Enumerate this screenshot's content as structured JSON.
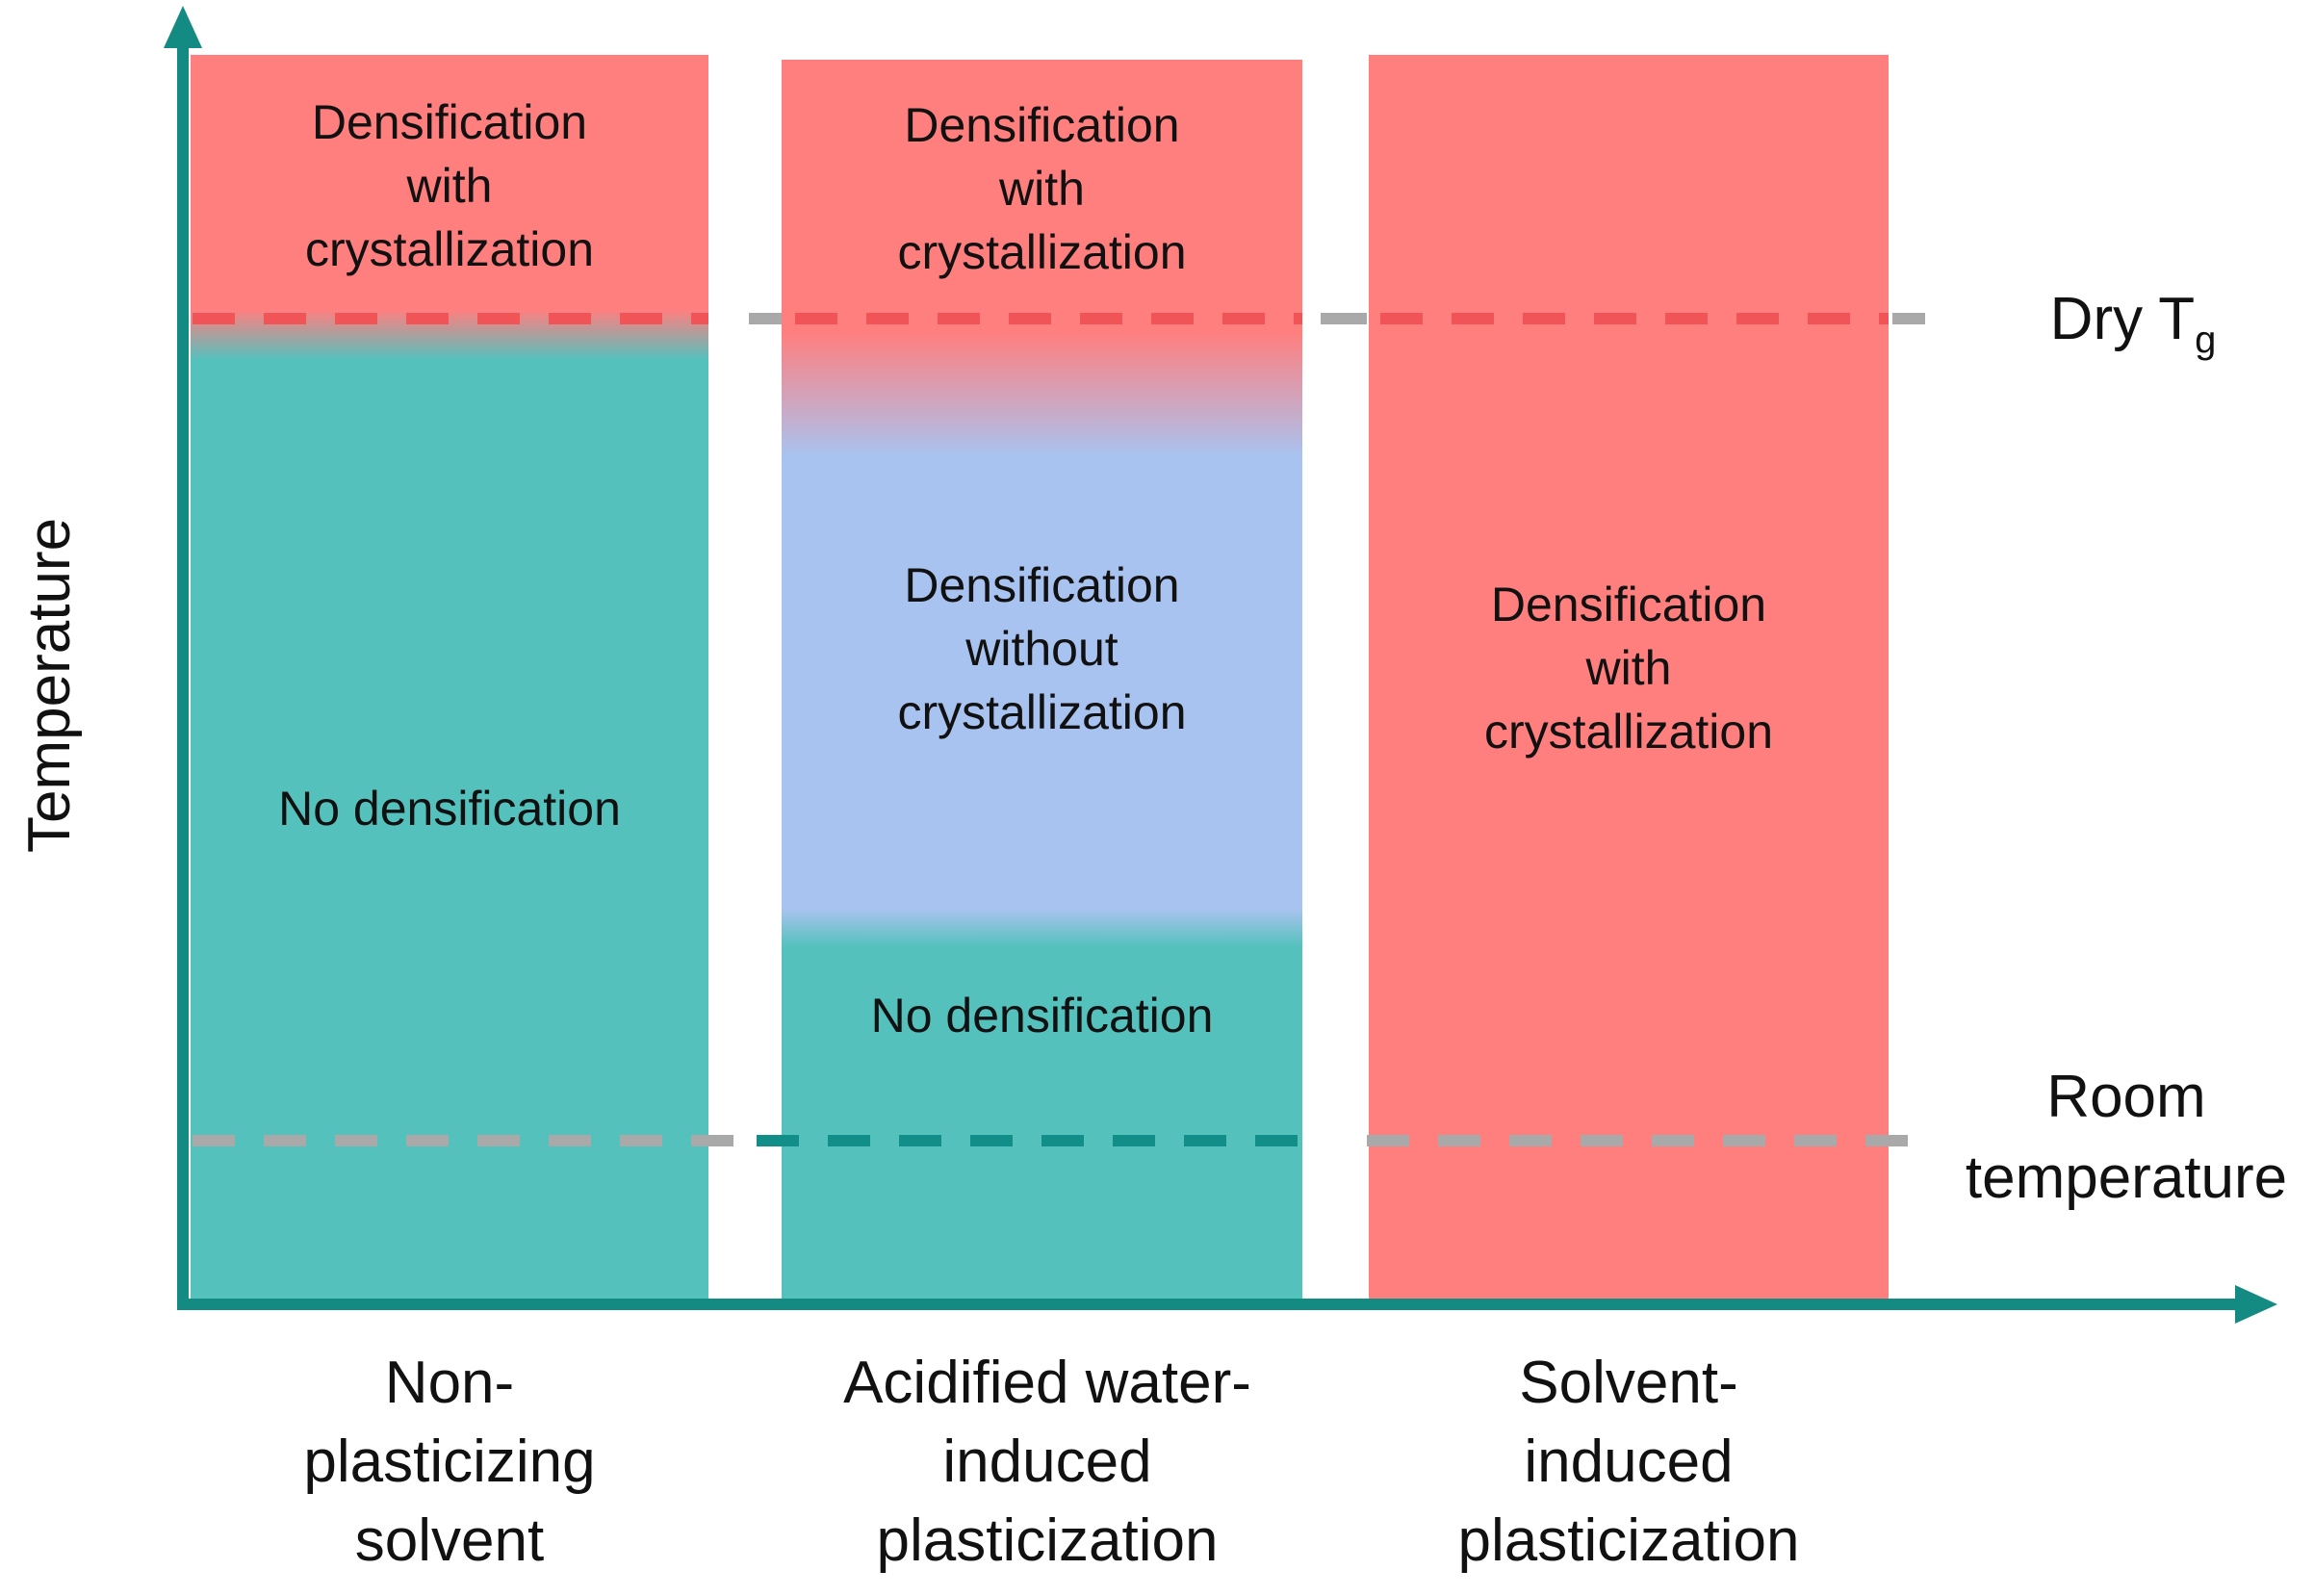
{
  "colors": {
    "crystallization": "#ff7f7f",
    "no_densification": "#55c1bd",
    "without_crystallization": "#a9c3f0",
    "axis": "#138a82",
    "dry_tg_line": "#f05456",
    "room_line_teal": "#128e88",
    "reference_line_grey": "#a9a9a9"
  },
  "y_axis_label": "Temperature",
  "reference_lines": {
    "dry_tg": {
      "label": "Dry T",
      "subscript": "g"
    },
    "room": {
      "label_lines": [
        "Room",
        "temperature"
      ]
    }
  },
  "columns": [
    {
      "category_lines": [
        "Non-",
        "plasticizing",
        "solvent"
      ],
      "regions": [
        {
          "text_lines": [
            "Densification",
            "with",
            "crystallization"
          ]
        },
        {
          "text_lines": [
            "No densification"
          ]
        }
      ]
    },
    {
      "category_lines": [
        "Acidified water-",
        "induced",
        "plasticization"
      ],
      "regions": [
        {
          "text_lines": [
            "Densification",
            "with",
            "crystallization"
          ]
        },
        {
          "text_lines": [
            "Densification",
            "without",
            "crystallization"
          ]
        },
        {
          "text_lines": [
            "No densification"
          ]
        }
      ]
    },
    {
      "category_lines": [
        "Solvent-",
        "induced",
        "plasticization"
      ],
      "regions": [
        {
          "text_lines": [
            "Densification",
            "with",
            "crystallization"
          ]
        }
      ]
    }
  ]
}
